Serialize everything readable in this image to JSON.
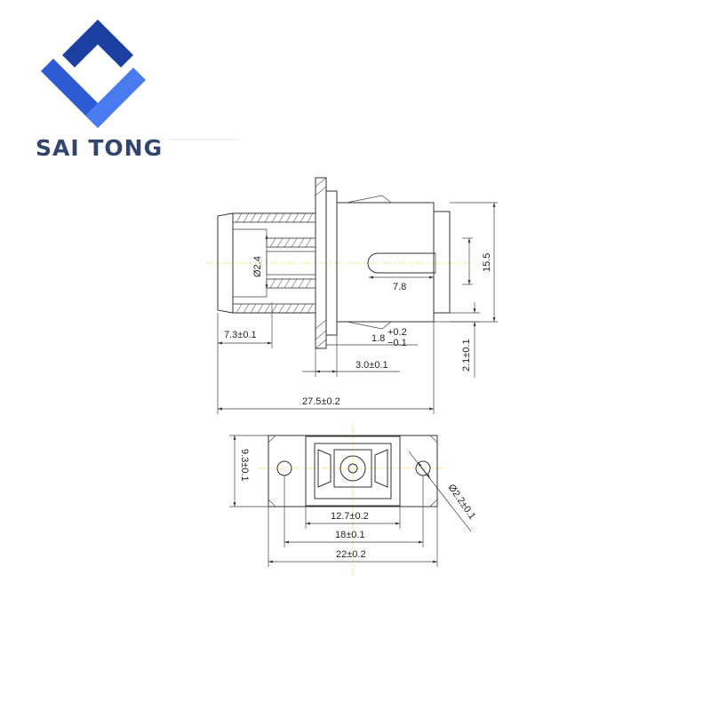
{
  "brand": {
    "name": "SAI TONG",
    "text_color": "#33446e",
    "logo_colors": [
      "#1a3fa0",
      "#3a6ee8"
    ]
  },
  "drawing": {
    "side_view": {
      "dia_2_4": "Ø2.4",
      "len_7_8": "7.8",
      "h_15_5": "15.5",
      "w_7_3": "7.3±0.1",
      "tol_1_8_base": "1.8",
      "tol_1_8_plus": "+0.2",
      "tol_1_8_minus": "−0.1",
      "h_2_1": "2.1±0.1",
      "w_3_0": "3.0±0.1",
      "total_27_5": "27.5±0.2"
    },
    "front_view": {
      "h_9_3": "9.3±0.1",
      "w_12_7": "12.7±0.2",
      "w_18": "18±0.1",
      "w_22": "22±0.2",
      "dia_2_2": "Ø2.2±0.1"
    }
  }
}
